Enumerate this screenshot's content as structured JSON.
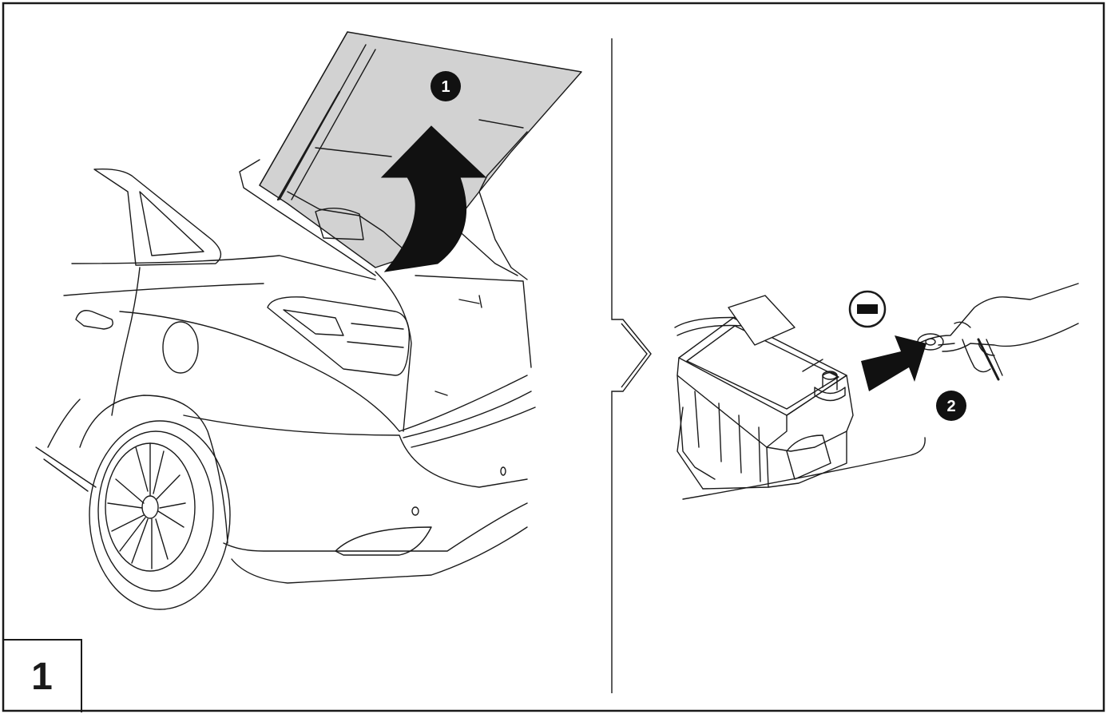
{
  "figure": {
    "step_number": "1",
    "callouts": [
      {
        "label": "1"
      },
      {
        "label": "2"
      }
    ]
  },
  "colors": {
    "line": "#1a1a1a",
    "tailgate_fill": "#d2d2d2",
    "arrow_fill": "#111111",
    "background": "#ffffff"
  },
  "icons": {
    "negative_terminal": "minus-circle-icon",
    "direction": "arrow-icon"
  }
}
